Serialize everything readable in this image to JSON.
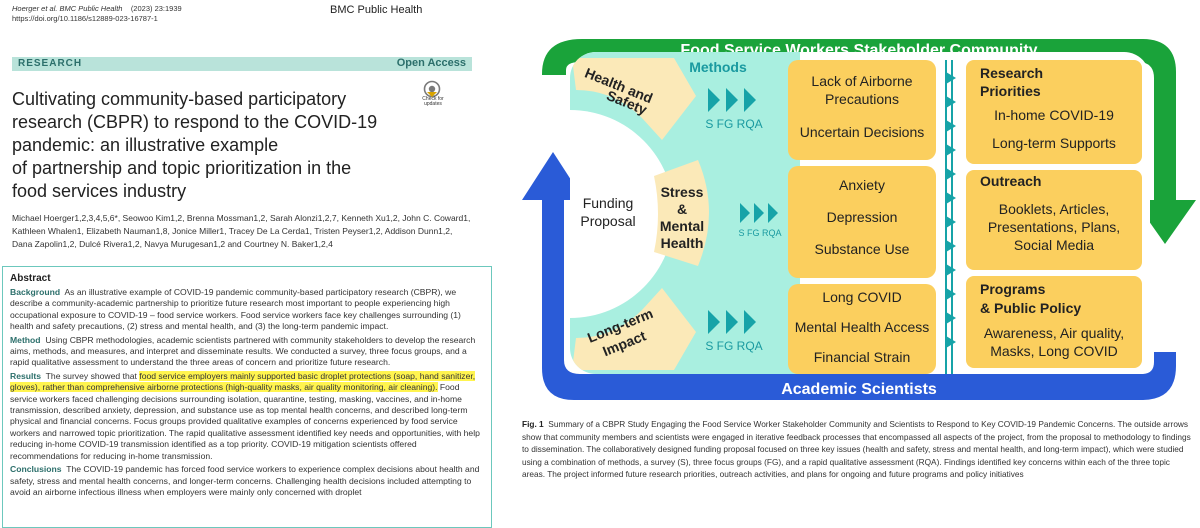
{
  "paper": {
    "citation_author": "Hoerger et al. BMC Public Health",
    "citation_year": "(2023) 23:1939",
    "doi": "https://doi.org/10.1186/s12889-023-16787-1",
    "journal": "BMC Public Health",
    "section_label": "RESEARCH",
    "access_label": "Open Access",
    "check_updates": "Check for updates",
    "title_lines": [
      "Cultivating community-based participatory",
      "research (CBPR) to respond to the COVID-19",
      "pandemic: an illustrative example",
      "of partnership and topic prioritization in the",
      "food services industry"
    ],
    "author_lines": [
      "Michael Hoerger1,2,3,4,5,6*, Seowoo Kim1,2, Brenna Mossman1,2, Sarah Alonzi1,2,7, Kenneth Xu1,2, John C. Coward1,",
      "Kathleen Whalen1, Elizabeth Nauman1,8, Jonice Miller1, Tracey De La Cerda1, Tristen Peyser1,2, Addison Dunn1,2,",
      "Dana Zapolin1,2, Dulcé Rivera1,2, Navya Murugesan1,2 and Courtney N. Baker1,2,4"
    ],
    "abstract": {
      "heading": "Abstract",
      "background_label": "Background",
      "background_text": "As an illustrative example of COVID-19 pandemic community-based participatory research (CBPR), we describe a community-academic partnership to prioritize future research most important to people experiencing high occupational exposure to COVID-19 – food service workers. Food service workers face key challenges surrounding (1) health and safety precautions, (2) stress and mental health, and (3) the long-term pandemic impact.",
      "method_label": "Method",
      "method_text": "Using CBPR methodologies, academic scientists partnered with community stakeholders to develop the research aims, methods, and measures, and interpret and disseminate results. We conducted a survey, three focus groups, and a rapid qualitative assessment to understand the three areas of concern and prioritize future research.",
      "results_label": "Results",
      "results_text_1": "The survey showed that",
      "results_highlight": "food service employers mainly supported basic droplet protections (soap, hand sanitizer, gloves), rather than comprehensive airborne protections (high-quality masks, air quality monitoring, air cleaning).",
      "results_text_2": "Food service workers faced challenging decisions surrounding isolation, quarantine, testing, masking, vaccines, and in-home transmission, described anxiety, depression, and substance use as top mental health concerns, and described long-term physical and financial concerns. Focus groups provided qualitative examples of concerns experienced by food service workers and narrowed topic prioritization. The rapid qualitative assessment identified key needs and opportunities, with help reducing in-home COVID-19 transmission identified as a top priority. COVID-19 mitigation scientists offered recommendations for reducing in-home transmission.",
      "conclusions_label": "Conclusions",
      "conclusions_text": "The COVID-19 pandemic has forced food service workers to experience complex decisions about health and safety, stress and mental health concerns, and longer-term concerns. Challenging health decisions included attempting to avoid an airborne infectious illness when employers were mainly only concerned with droplet"
    }
  },
  "figure": {
    "top_label": "Food Service Workers Stakeholder Community",
    "bottom_label": "Academic Scientists",
    "methods_label": "Methods",
    "funding_line1": "Funding",
    "funding_line2": "Proposal",
    "topic1": [
      "Health and",
      "Safety"
    ],
    "topic2": [
      "Stress",
      "&",
      "Mental",
      "Health"
    ],
    "topic3": [
      "Long-term",
      "Impact"
    ],
    "method_code": "S FG RQA",
    "findings1": [
      "Lack of Airborne",
      "Precautions",
      "Uncertain Decisions"
    ],
    "findings2": [
      "Anxiety",
      "Depression",
      "Substance Use"
    ],
    "findings3": [
      "Long COVID",
      "Mental Health Access",
      "Financial Strain"
    ],
    "out1_title": [
      "Research",
      "Priorities"
    ],
    "out1_items": [
      "In-home COVID-19",
      "Long-term Supports"
    ],
    "out2_title": "Outreach",
    "out2_items": [
      "Booklets, Articles,",
      "Presentations, Plans,",
      "Social Media"
    ],
    "out3_title": [
      "Programs",
      "& Public Policy"
    ],
    "out3_items": [
      "Awareness, Air quality,",
      "Masks, Long COVID"
    ],
    "colors": {
      "green": "#1aa33a",
      "blue": "#2a5bd7",
      "teal": "#a9efe0",
      "orange": "#fbcf5e",
      "cream": "#fbe9b8",
      "arrow_teal": "#16a3a8"
    }
  },
  "caption": {
    "label": "Fig. 1",
    "text": "Summary of a CBPR Study Engaging the Food Service Worker Stakeholder Community and Scientists to Respond to Key COVID-19 Pandemic Concerns. The outside arrows show that community members and scientists were engaged in iterative feedback processes that encompassed all aspects of the project, from the proposal to methodology to findings to dissemination. The collaboratively designed funding proposal focused on three key issues (health and safety, stress and mental health, and long-term impact), which were studied using a combination of methods, a survey (S), three focus groups (FG), and a rapid qualitative assessment (RQA). Findings identified key concerns within each of the three topic areas. The project informed future research priorities, outreach activities, and plans for ongoing and future programs and policy initiatives"
  }
}
